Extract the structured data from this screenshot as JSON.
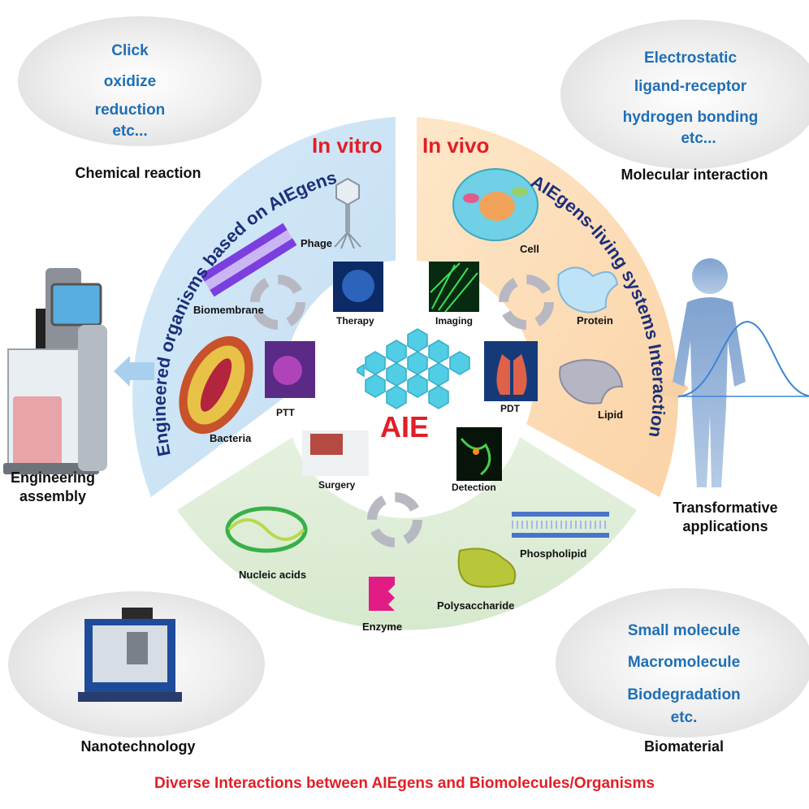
{
  "corners": {
    "top_left": {
      "lines": [
        "Click",
        "oxidize",
        "reduction",
        "etc..."
      ],
      "caption": "Chemical reaction"
    },
    "top_right": {
      "lines": [
        "Electrostatic",
        "ligand-receptor",
        "hydrogen bonding",
        "etc..."
      ],
      "caption": "Molecular interaction"
    },
    "bottom_left": {
      "caption": "Nanotechnology"
    },
    "bottom_right": {
      "lines": [
        "Small molecule",
        "Macromolecule",
        "Biodegradation",
        "etc."
      ],
      "caption": "Biomaterial"
    }
  },
  "sides": {
    "left": [
      "Engineering",
      "assembly"
    ],
    "right": [
      "Transformative",
      "applications"
    ]
  },
  "ring": {
    "in_vitro": "In vitro",
    "in_vivo": "In vivo",
    "left_arc": "Engineered  organisms based on AIEgens",
    "right_arc": "AIEgens-living systems Interaction",
    "items": {
      "phage": "Phage",
      "biomembrane": "Biomembrane",
      "bacteria": "Bacteria",
      "cell": "Cell",
      "protein": "Protein",
      "lipid": "Lipid",
      "nucleic_acids": "Nucleic acids",
      "enzyme": "Enzyme",
      "polysaccharide": "Polysaccharide",
      "phospholipid": "Phospholipid"
    }
  },
  "center": {
    "title": "AIE",
    "therapy": "Therapy",
    "imaging": "Imaging",
    "ptt": "PTT",
    "pdt": "PDT",
    "surgery": "Surgery",
    "detection": "Detection"
  },
  "caption": "Diverse Interactions between AIEgens and Biomolecules/Organisms",
  "colors": {
    "in_vitro_sector": "#cfe5f5",
    "in_vivo_sector": "#fde0bd",
    "bottom_sector": "#dcedd6",
    "text_blue": "#1f6fb5",
    "title_red": "#e21e26",
    "arc_text_navy": "#1b2f7a",
    "hexagon_cyan": "#39c6e0"
  }
}
